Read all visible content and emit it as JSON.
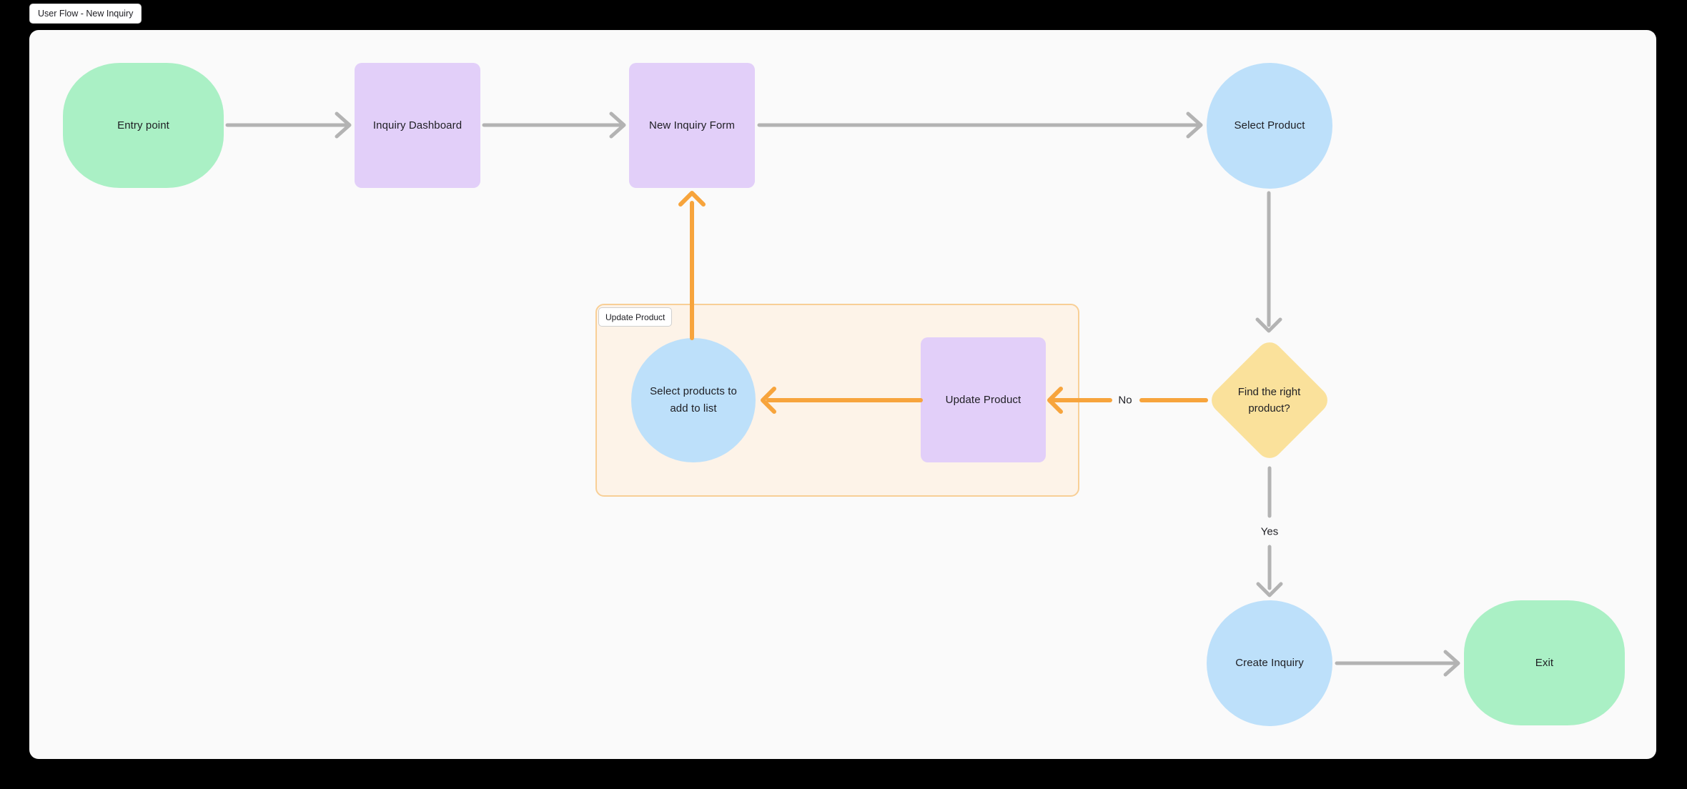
{
  "header": {
    "frame_tab_title": "User Flow - New Inquiry"
  },
  "nodes": {
    "entry": {
      "label": "Entry point",
      "shape": "terminator"
    },
    "inquiry_dashboard": {
      "label": "Inquiry Dashboard",
      "shape": "process"
    },
    "new_inquiry_form": {
      "label": "New Inquiry Form",
      "shape": "process"
    },
    "select_product": {
      "label": "Select Product",
      "shape": "circle"
    },
    "find_right_product": {
      "label": "Find the right product?",
      "shape": "decision"
    },
    "select_products_to_add": {
      "label": "Select products to add to list",
      "shape": "circle"
    },
    "update_product": {
      "label": "Update Product",
      "shape": "process"
    },
    "create_inquiry": {
      "label": "Create Inquiry",
      "shape": "circle"
    },
    "exit": {
      "label": "Exit",
      "shape": "terminator"
    }
  },
  "group": {
    "label": "Update Product"
  },
  "edge_labels": {
    "no": "No",
    "yes": "Yes"
  },
  "colors": {
    "page_background": "#000000",
    "canvas_background": "#fafafa",
    "terminator_green": "#aaf0c5",
    "process_purple": "#e2cff9",
    "circle_blue": "#bde0fa",
    "decision_yellow": "#fae19b",
    "connector_gray": "#b3b3b3",
    "connector_orange": "#f7a43c",
    "group_fill": "#fdf3e8",
    "group_border": "#f8cf96",
    "text": "#1e1e23"
  }
}
